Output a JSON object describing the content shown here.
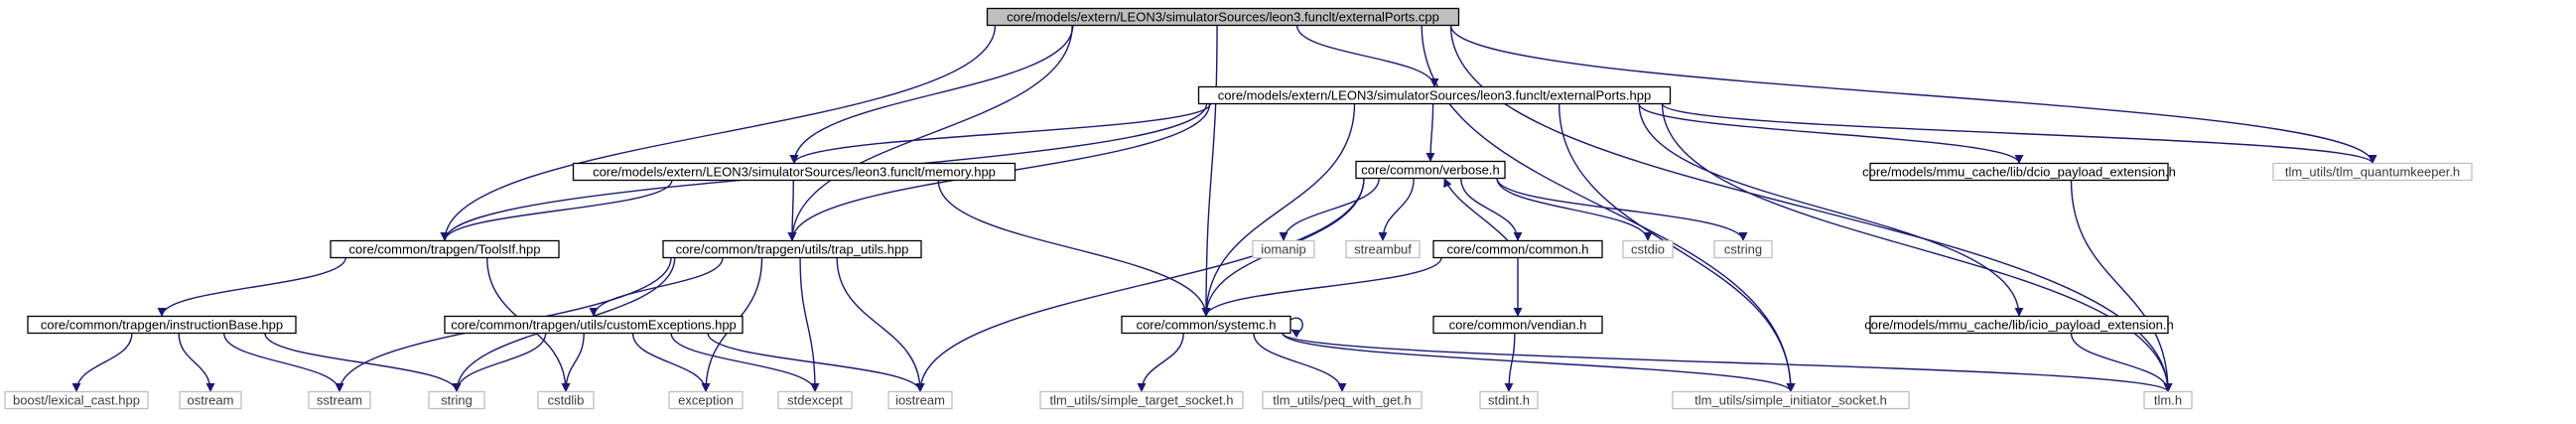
{
  "nodes": {
    "externalports_cpp": "core/models/extern/LEON3/simulatorSources/leon3.funclt/externalPorts.cpp",
    "externalports_hpp": "core/models/extern/LEON3/simulatorSources/leon3.funclt/externalPorts.hpp",
    "memory_hpp": "core/models/extern/LEON3/simulatorSources/leon3.funclt/memory.hpp",
    "toolsif_hpp": "core/common/trapgen/ToolsIf.hpp",
    "trap_utils_hpp": "core/common/trapgen/utils/trap_utils.hpp",
    "verbose_h": "core/common/verbose.h",
    "common_h": "core/common/common.h",
    "systemc_h": "core/common/systemc.h",
    "vendian_h": "core/common/vendian.h",
    "dcio_payload_h": "core/models/mmu_cache/lib/dcio_payload_extension.h",
    "icio_payload_h": "core/models/mmu_cache/lib/icio_payload_extension.h",
    "tlm_quantumkeeper_h": "tlm_utils/tlm_quantumkeeper.h",
    "instructionbase_hpp": "core/common/trapgen/instructionBase.hpp",
    "customexceptions_hpp": "core/common/trapgen/utils/customExceptions.hpp",
    "boost_lexical_cast": "boost/lexical_cast.hpp",
    "ostream": "ostream",
    "sstream": "sstream",
    "string": "string",
    "cstdlib": "cstdlib",
    "exception": "exception",
    "stdexcept": "stdexcept",
    "iostream": "iostream",
    "iomanip": "iomanip",
    "streambuf": "streambuf",
    "cstdio": "cstdio",
    "cstring": "cstring",
    "stdint_h": "stdint.h",
    "simple_target_socket": "tlm_utils/simple_target_socket.h",
    "peq_with_get": "tlm_utils/peq_with_get.h",
    "simple_initiator_socket": "tlm_utils/simple_initiator_socket.h",
    "tlm_h": "tlm.h"
  },
  "colors": {
    "edge": "#191970",
    "edge_external": "#1a1a80",
    "node_border": "#000000",
    "node_border_external": "#bfbfbf",
    "root_fill": "#bfbfbf",
    "node_fill": "#ffffff",
    "text": "#000000",
    "text_external": "#3c3c3c"
  }
}
